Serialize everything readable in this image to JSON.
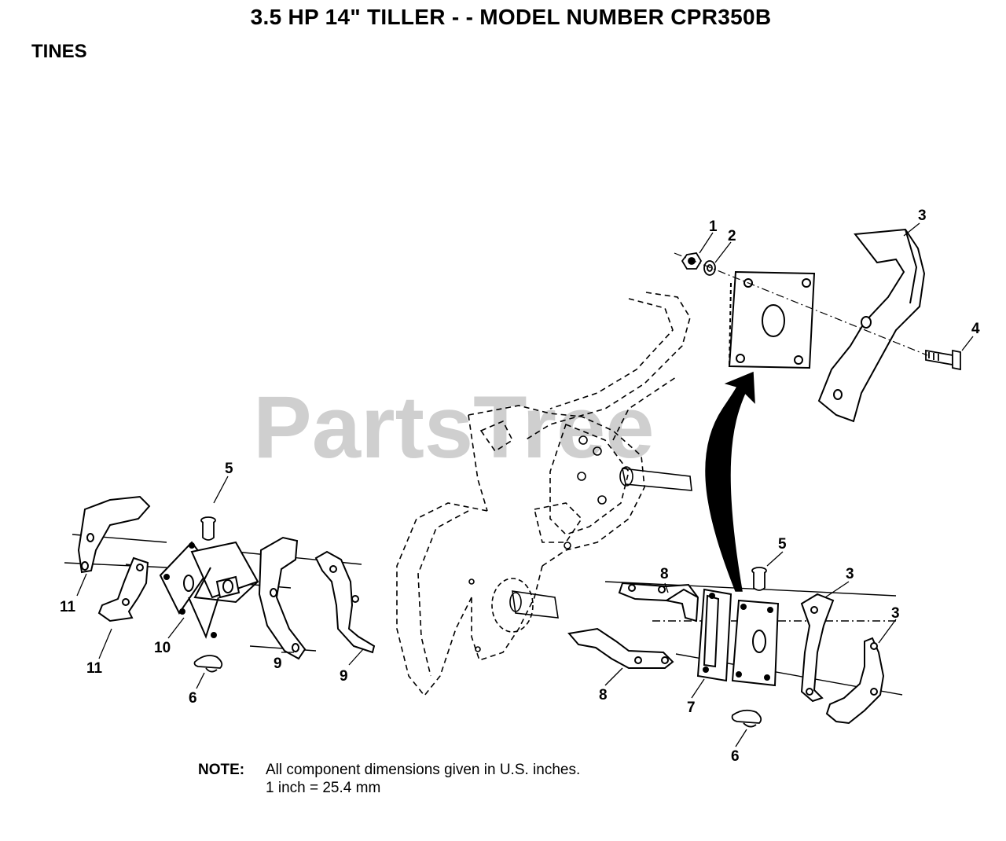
{
  "title": "3.5 HP 14\" TILLER - - MODEL NUMBER CPR350B",
  "section": "TINES",
  "watermark": "PartsTree",
  "callouts": {
    "c1": "1",
    "c2": "2",
    "c3a": "3",
    "c4": "4",
    "c5a": "5",
    "c5b": "5",
    "c11a": "11",
    "c11b": "11",
    "c10": "10",
    "c9a": "9",
    "c9b": "9",
    "c6a": "6",
    "c6b": "6",
    "c8a": "8",
    "c8b": "8",
    "c7": "7",
    "c3b": "3",
    "c3c": "3"
  },
  "note": {
    "label": "NOTE:",
    "line1": "All component dimensions given in U.S. inches.",
    "line2": "1 inch = 25.4 mm"
  }
}
